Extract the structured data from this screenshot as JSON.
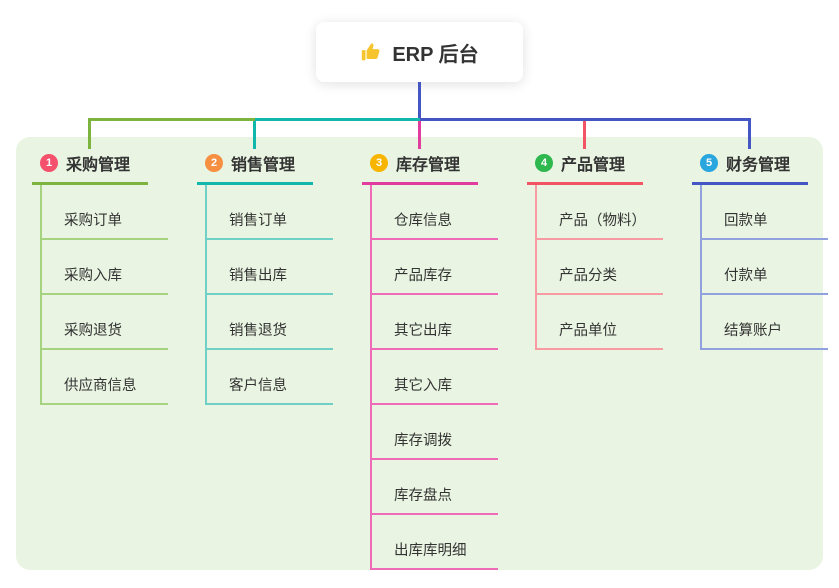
{
  "root": {
    "label": "ERP 后台",
    "icon": "thumbs-up-icon",
    "card_bg": "#ffffff",
    "text_color": "#333333"
  },
  "panel": {
    "bg": "#e9f5e2"
  },
  "theme": {
    "trunk_color": "#4456c4",
    "icon_color": "#f6c52e"
  },
  "branches": [
    {
      "num": "1",
      "label": "采购管理",
      "badge_color": "#f4516c",
      "line_color": "#7cb43e",
      "child_line_color": "#a6d37f",
      "children": [
        "采购订单",
        "采购入库",
        "采购退货",
        "供应商信息"
      ]
    },
    {
      "num": "2",
      "label": "销售管理",
      "badge_color": "#f68f40",
      "line_color": "#12b7ab",
      "child_line_color": "#6fd0c6",
      "children": [
        "销售订单",
        "销售出库",
        "销售退货",
        "客户信息"
      ]
    },
    {
      "num": "3",
      "label": "库存管理",
      "badge_color": "#f7b500",
      "line_color": "#e03d9f",
      "child_line_color": "#ee6cb7",
      "children": [
        "仓库信息",
        "产品库存",
        "其它出库",
        "其它入库",
        "库存调拨",
        "库存盘点",
        "出库库明细"
      ]
    },
    {
      "num": "4",
      "label": "产品管理",
      "badge_color": "#2eb84e",
      "line_color": "#f25466",
      "child_line_color": "#f89aa2",
      "children": [
        "产品（物料）",
        "产品分类",
        "产品单位"
      ]
    },
    {
      "num": "5",
      "label": "财务管理",
      "badge_color": "#28a6dd",
      "line_color": "#4456c4",
      "child_line_color": "#8fa2de",
      "children": [
        "回款单",
        "付款单",
        "结算账户"
      ]
    }
  ]
}
